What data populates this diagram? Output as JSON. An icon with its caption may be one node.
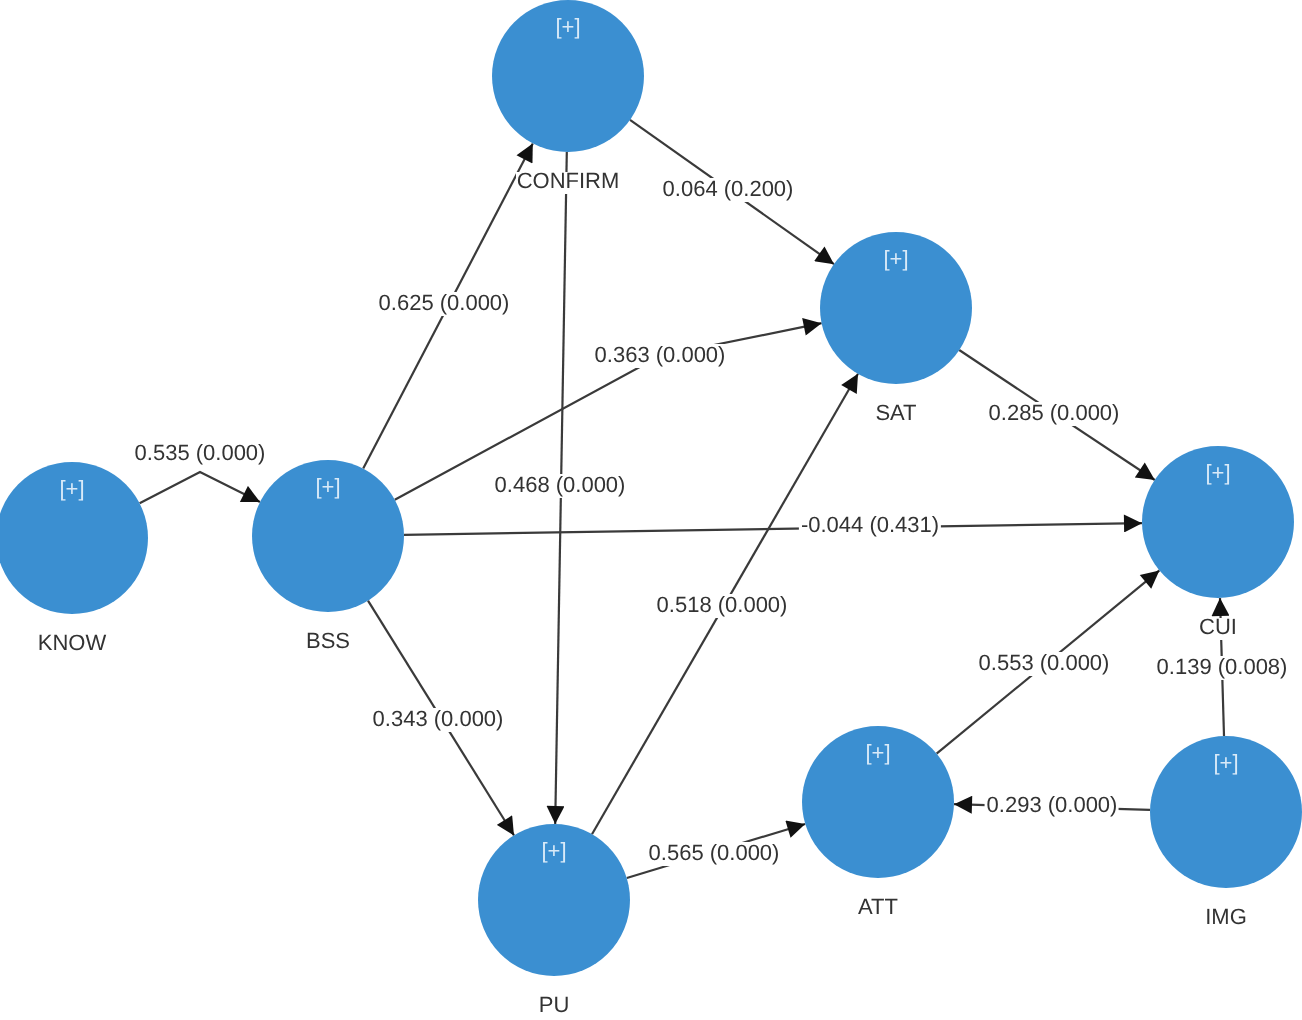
{
  "diagram": {
    "nodes": [
      {
        "text": [
          "[+]",
          "CONFIRM"
        ]
      },
      {
        "text": [
          "[+]",
          "SAT"
        ]
      },
      {
        "text": [
          "[+]",
          "KNOW"
        ]
      },
      {
        "text": [
          "[+]",
          "BSS"
        ]
      },
      {
        "text": [
          "[+]",
          "CUI"
        ]
      },
      {
        "text": [
          "[+]",
          "ATT"
        ]
      },
      {
        "text": [
          "[+]",
          "IMG"
        ]
      },
      {
        "text": [
          "[+]",
          "PU"
        ]
      }
    ],
    "edges": [
      {
        "from": 2,
        "to": 3,
        "arrow": "to",
        "label": "0.535 (0.000)"
      },
      {
        "from": 3,
        "to": 0,
        "arrow": "to",
        "label": "0.625 (0.000)"
      },
      {
        "from": 3,
        "to": 1,
        "arrow": "to",
        "label": "0.363 (0.000)"
      },
      {
        "from": 3,
        "to": 4,
        "arrow": "to",
        "label": "-0.044 (0.431)"
      },
      {
        "from": 3,
        "to": 7,
        "arrow": "to",
        "label": "0.343 (0.000)"
      },
      {
        "from": 0,
        "to": 7,
        "arrow": "to",
        "label": "0.468 (0.000)"
      },
      {
        "from": 0,
        "to": 1,
        "arrow": "to",
        "label": "0.064 (0.200)"
      },
      {
        "from": 7,
        "to": 1,
        "arrow": "to",
        "label": "0.518 (0.000)"
      },
      {
        "from": 7,
        "to": 5,
        "arrow": "to",
        "label": "0.565 (0.000)"
      },
      {
        "from": 1,
        "to": 4,
        "arrow": "to",
        "label": "0.285 (0.000)"
      },
      {
        "from": 5,
        "to": 4,
        "arrow": "to",
        "label": "0.553 (0.000)"
      },
      {
        "from": 6,
        "to": 5,
        "arrow": "to",
        "label": "0.293 (0.000)"
      },
      {
        "from": 6,
        "to": 4,
        "arrow": "to",
        "label": "0.139 (0.008)"
      }
    ]
  }
}
